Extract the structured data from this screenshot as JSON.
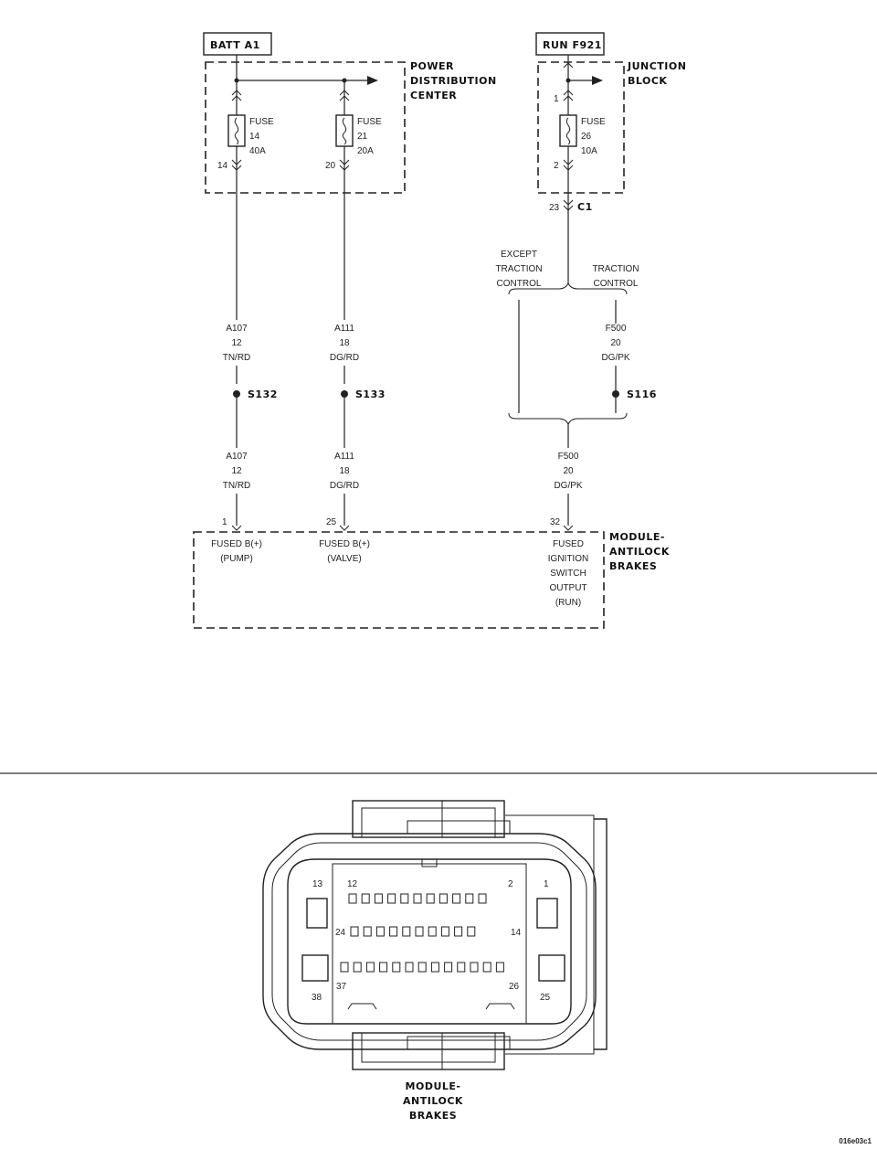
{
  "circuit": {
    "sources": {
      "batt": "BATT A1",
      "run": "RUN F921"
    },
    "pdc_label": [
      "POWER",
      "DISTRIBUTION",
      "CENTER"
    ],
    "jb_label": [
      "JUNCTION",
      "BLOCK"
    ],
    "fuse14": {
      "title": "FUSE",
      "num": "14",
      "rating": "40A",
      "pin": "14"
    },
    "fuse21": {
      "title": "FUSE",
      "num": "21",
      "rating": "20A",
      "pin": "20"
    },
    "fuse26": {
      "title": "FUSE",
      "num": "26",
      "rating": "10A",
      "pin_top": "1",
      "pin_bottom": "2"
    },
    "connector_c1": {
      "pin": "23",
      "name": "C1"
    },
    "option_except": [
      "EXCEPT",
      "TRACTION",
      "CONTROL"
    ],
    "option_traction": [
      "TRACTION",
      "CONTROL"
    ],
    "wire_a107": [
      "A107",
      "12",
      "TN/RD"
    ],
    "wire_a111": [
      "A111",
      "18",
      "DG/RD"
    ],
    "wire_f500": [
      "F500",
      "20",
      "DG/PK"
    ],
    "splices": {
      "s132": "S132",
      "s133": "S133",
      "s116": "S116"
    },
    "module_pins": {
      "pump": "1",
      "valve": "25",
      "run": "32"
    },
    "module_terms": {
      "pump": [
        "FUSED B(+)",
        "(PUMP)"
      ],
      "valve": [
        "FUSED B(+)",
        "(VALVE)"
      ],
      "run": [
        "FUSED",
        "IGNITION",
        "SWITCH",
        "OUTPUT",
        "(RUN)"
      ]
    },
    "module_label": [
      "MODULE-",
      "ANTILOCK",
      "BRAKES"
    ]
  },
  "connector_view": {
    "pins": {
      "p13": "13",
      "p12": "12",
      "p2": "2",
      "p1": "1",
      "p24": "24",
      "p14": "14",
      "p38": "38",
      "p37": "37",
      "p26": "26",
      "p25": "25"
    },
    "label": [
      "MODULE-",
      "ANTILOCK",
      "BRAKES"
    ]
  },
  "figure_id": "016e03c1"
}
